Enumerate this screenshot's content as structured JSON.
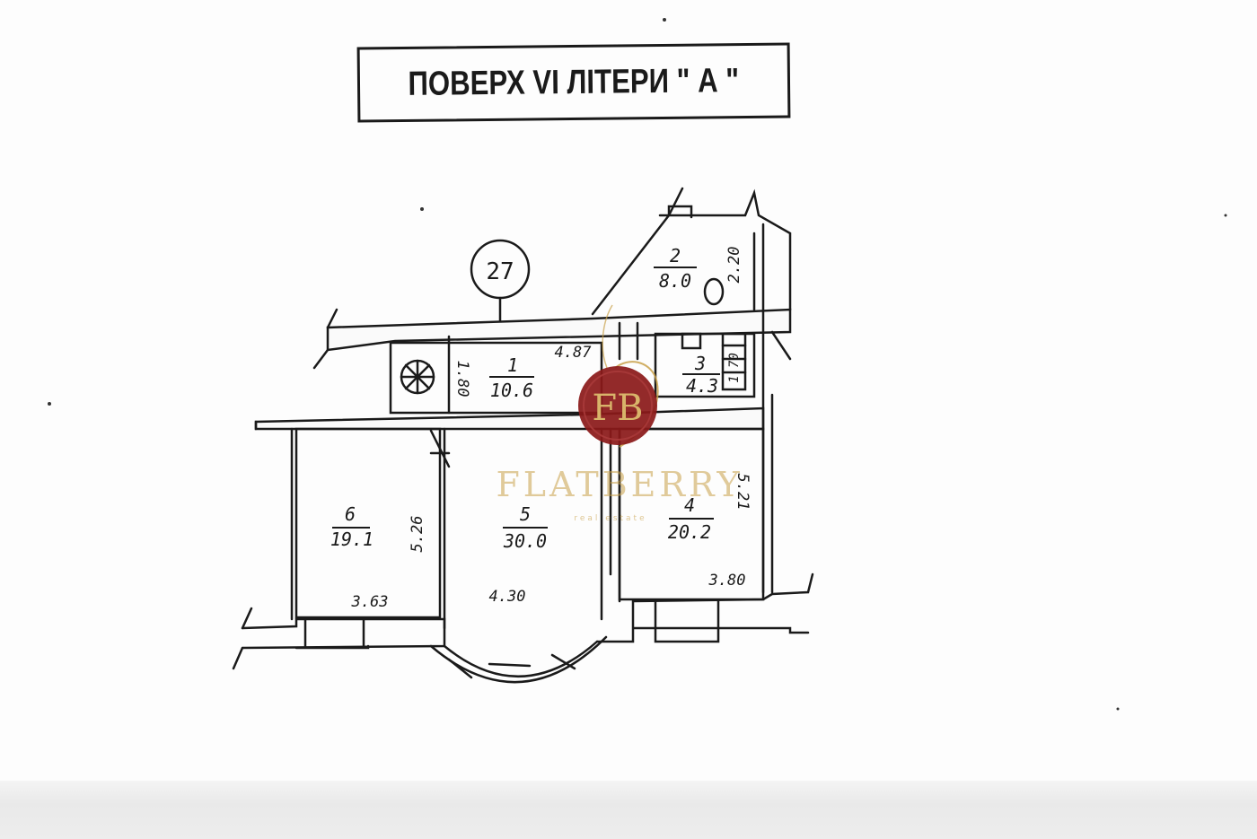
{
  "title": "ПОВЕРХ VI ЛІТЕРИ \" А \"",
  "apartment_number": "27",
  "rooms": [
    {
      "id": "room-1",
      "number": "1",
      "area": "10.6"
    },
    {
      "id": "room-2",
      "number": "2",
      "area": "8.0"
    },
    {
      "id": "room-3",
      "number": "3",
      "area": "4.3"
    },
    {
      "id": "room-4",
      "number": "4",
      "area": "20.2"
    },
    {
      "id": "room-5",
      "number": "5",
      "area": "30.0"
    },
    {
      "id": "room-6",
      "number": "6",
      "area": "19.1"
    }
  ],
  "dimensions": {
    "corridor_length": "4.87",
    "corridor_width": "1.80",
    "room2_width": "2.20",
    "room3_width": "1.70",
    "room4_depth": "5.21",
    "room4_width": "3.80",
    "room5_width": "4.30",
    "room6_depth": "5.26",
    "room6_width": "3.63"
  },
  "watermark": {
    "brand": "FLATBERRY",
    "tagline": "real estate",
    "monogram": "FB",
    "colors": {
      "emblem": "#8b1a1a",
      "gold": "#c9a14a"
    }
  }
}
